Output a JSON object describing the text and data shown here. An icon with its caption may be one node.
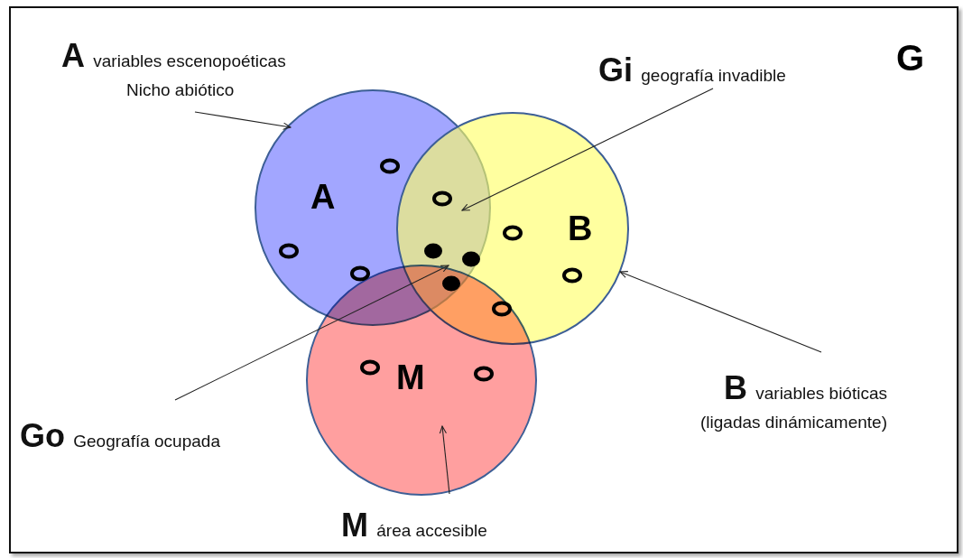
{
  "diagram": {
    "nodes": [
      {
        "text": [
          "**A** variables escenopoéticas",
          "Nicho abiótico"
        ]
      },
      {
        "text": [
          "**Gi** geografía invadible"
        ]
      },
      {
        "text": [
          "A"
        ]
      },
      {
        "text": [
          "B"
        ]
      },
      {
        "text": [
          "M"
        ]
      },
      {
        "text": [
          "**B** variables bióticas",
          "(ligadas dinámicamente)"
        ]
      },
      {
        "text": [
          "**Go** Geografía ocupada"
        ]
      },
      {
        "text": [
          "**M** área accesible"
        ]
      }
    ],
    "edges": [
      {
        "from": 0,
        "to": 2,
        "arrow": "to"
      },
      {
        "from": 1,
        "to": 3,
        "arrow": "to"
      },
      {
        "from": 6,
        "to": 4,
        "arrow": "to"
      },
      {
        "from": 5,
        "to": 3,
        "arrow": "to"
      },
      {
        "from": 7,
        "to": 4,
        "arrow": "to"
      }
    ],
    "labels": [
      "G"
    ]
  }
}
